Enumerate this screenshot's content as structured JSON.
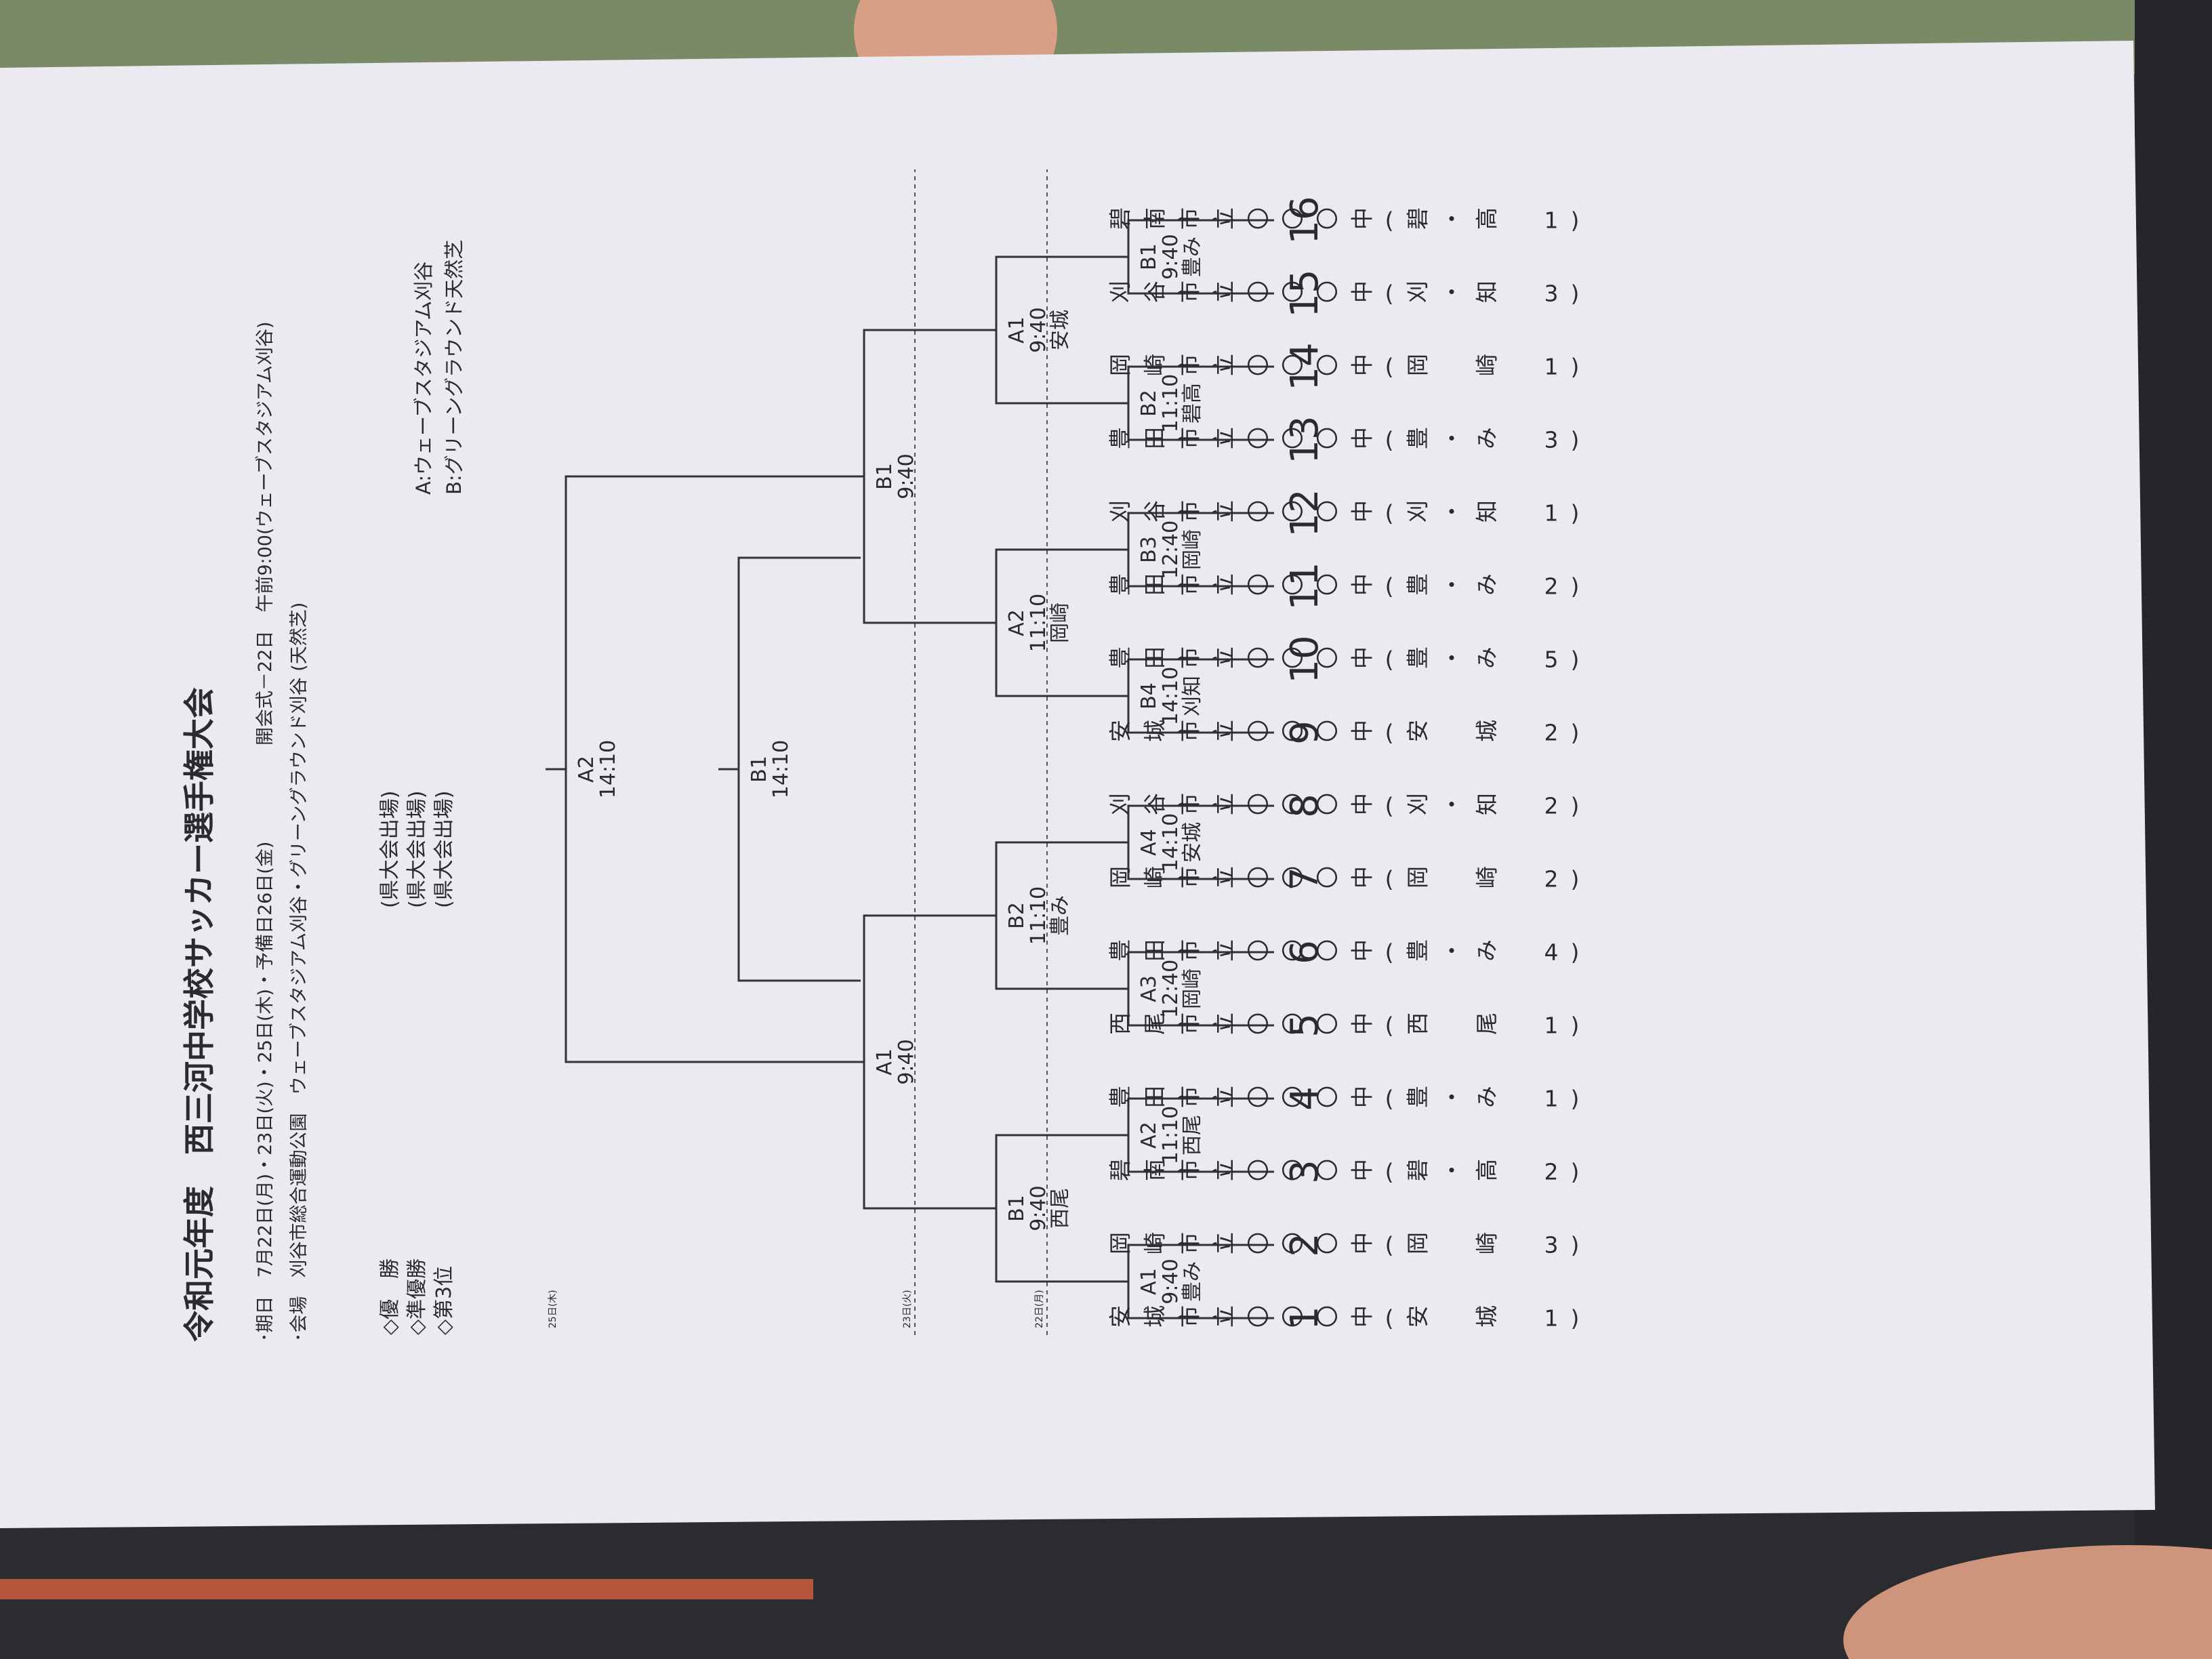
{
  "header": {
    "title": "令和元年度　西三河中学校サッカー選手権大会",
    "dates": "･期日　7月22日(月)・23日(火)・25日(木)・予備日26日(金)",
    "opening": "開会式－22日　午前9:00(ウェーブスタジアム刈谷)",
    "venue": "･会場　刈谷市総合運動公園　ウェーブスタジアム刈谷・グリーングラウンド刈谷 (天然芝)"
  },
  "awards": [
    {
      "label": "◇優　勝",
      "note": "(県大会出場)"
    },
    {
      "label": "◇準優勝",
      "note": "(県大会出場)"
    },
    {
      "label": "◇第3位",
      "note": "(県大会出場)"
    }
  ],
  "venue_legend": [
    "A:ウェーブスタジアム刈谷",
    "B:グリーングラウンド天然芝"
  ],
  "day_labels": [
    "22日(月)",
    "23日(火)",
    "25日(木)"
  ],
  "teams": [
    {
      "num": "1",
      "school": "安城市立〇〇〇中",
      "seed": "(安　城　1)"
    },
    {
      "num": "2",
      "school": "岡崎市立〇〇〇中",
      "seed": "(岡　崎　3)"
    },
    {
      "num": "3",
      "school": "碧南市立〇〇〇中",
      "seed": "(碧・高　2)"
    },
    {
      "num": "4",
      "school": "豊田市立〇〇〇中",
      "seed": "(豊・み　1)"
    },
    {
      "num": "5",
      "school": "西尾市立〇〇〇中",
      "seed": "(西　尾　1)"
    },
    {
      "num": "6",
      "school": "豊田市立〇〇〇中",
      "seed": "(豊・み　4)"
    },
    {
      "num": "7",
      "school": "岡崎市立〇〇〇中",
      "seed": "(岡　崎　2)"
    },
    {
      "num": "8",
      "school": "刈谷市立〇〇〇中",
      "seed": "(刈・知　2)"
    },
    {
      "num": "9",
      "school": "安城市立〇〇〇中",
      "seed": "(安　城　2)"
    },
    {
      "num": "10",
      "school": "豊田市立〇〇〇中",
      "seed": "(豊・み　5)"
    },
    {
      "num": "11",
      "school": "豊田市立〇〇〇中",
      "seed": "(豊・み　2)"
    },
    {
      "num": "12",
      "school": "刈谷市立〇〇〇中",
      "seed": "(刈・知　1)"
    },
    {
      "num": "13",
      "school": "豊田市立〇〇〇中",
      "seed": "(豊・み　3)"
    },
    {
      "num": "14",
      "school": "岡崎市立〇〇〇中",
      "seed": "(岡　崎　1)"
    },
    {
      "num": "15",
      "school": "刈谷市立〇〇〇中",
      "seed": "(刈・知　3)"
    },
    {
      "num": "16",
      "school": "碧南市立〇〇〇中",
      "seed": "(碧・高　1)"
    }
  ],
  "round1": [
    {
      "code": "A1",
      "time": "9:40",
      "site": "豊み"
    },
    {
      "code": "A2",
      "time": "11:10",
      "site": "西尾"
    },
    {
      "code": "A3",
      "time": "12:40",
      "site": "岡崎"
    },
    {
      "code": "A4",
      "time": "14:10",
      "site": "安城"
    },
    {
      "code": "B4",
      "time": "14:10",
      "site": "刈知"
    },
    {
      "code": "B3",
      "time": "12:40",
      "site": "岡崎"
    },
    {
      "code": "B2",
      "time": "11:10",
      "site": "碧高"
    },
    {
      "code": "B1",
      "time": "9:40",
      "site": "豊み"
    }
  ],
  "round2": [
    {
      "code": "B1",
      "time": "9:40",
      "site": "西尾"
    },
    {
      "code": "B2",
      "time": "11:10",
      "site": "豊み"
    },
    {
      "code": "A2",
      "time": "11:10",
      "site": "岡崎"
    },
    {
      "code": "A1",
      "time": "9:40",
      "site": "安城"
    }
  ],
  "semifinals": [
    {
      "code": "A1",
      "time": "9:40"
    },
    {
      "code": "B1",
      "time": "9:40"
    }
  ],
  "final": {
    "code": "A2",
    "time": "14:10"
  },
  "third_place": {
    "code": "B1",
    "time": "14:10"
  }
}
